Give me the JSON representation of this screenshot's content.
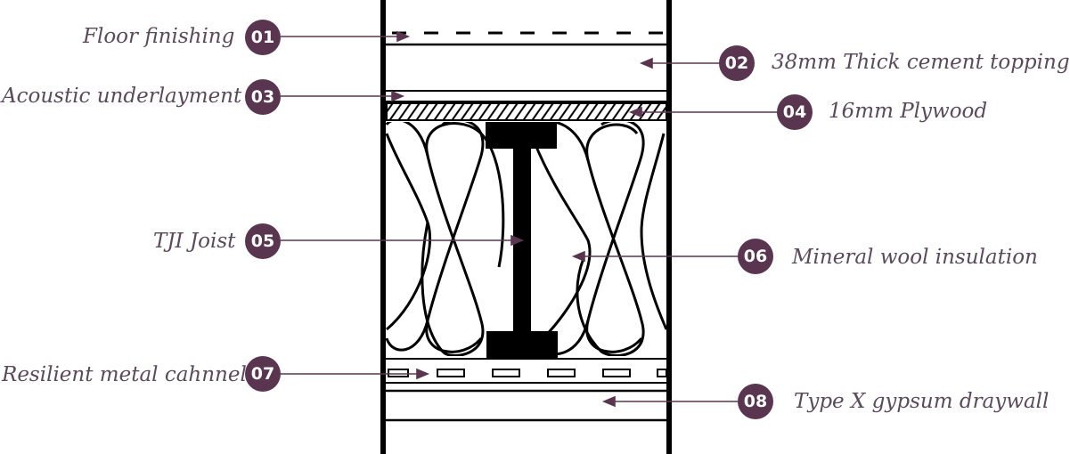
{
  "colors": {
    "accent": "#5a3550",
    "line": "#000000",
    "text": "#5a4a5a"
  },
  "callouts": [
    {
      "number": "01",
      "label": "Floor finishing"
    },
    {
      "number": "02",
      "label": "38mm Thick cement topping"
    },
    {
      "number": "03",
      "label": "Acoustic underlayment"
    },
    {
      "number": "04",
      "label": "16mm Plywood"
    },
    {
      "number": "05",
      "label": "TJI Joist"
    },
    {
      "number": "06",
      "label": "Mineral wool insulation"
    },
    {
      "number": "07",
      "label": "Resilient metal cahnnel"
    },
    {
      "number": "08",
      "label": "Type X gypsum draywall"
    }
  ]
}
